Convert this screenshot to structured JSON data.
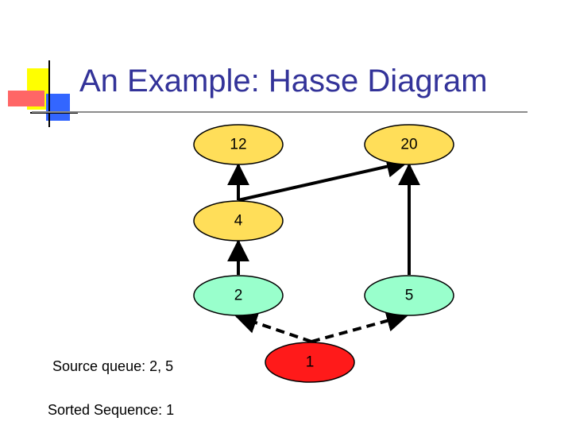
{
  "slide": {
    "title": "An Example: Hasse Diagram"
  },
  "diagram": {
    "nodes": [
      {
        "id": "12",
        "label": "12",
        "color": "#ffde59"
      },
      {
        "id": "20",
        "label": "20",
        "color": "#ffde59"
      },
      {
        "id": "4",
        "label": "4",
        "color": "#ffde59"
      },
      {
        "id": "2",
        "label": "2",
        "color": "#99ffcc"
      },
      {
        "id": "5",
        "label": "5",
        "color": "#99ffcc"
      },
      {
        "id": "1",
        "label": "1",
        "color": "#ff1a1a"
      }
    ],
    "edges": [
      {
        "from": "4",
        "to": "12",
        "style": "solid"
      },
      {
        "from": "4",
        "to": "20",
        "style": "solid"
      },
      {
        "from": "2",
        "to": "4",
        "style": "solid"
      },
      {
        "from": "5",
        "to": "20",
        "style": "solid"
      },
      {
        "from": "1",
        "to": "2",
        "style": "dashed"
      },
      {
        "from": "1",
        "to": "5",
        "style": "dashed"
      }
    ]
  },
  "notes": {
    "source_queue": "Source queue: 2, 5",
    "sorted_sequence": "Sorted Sequence: 1"
  }
}
